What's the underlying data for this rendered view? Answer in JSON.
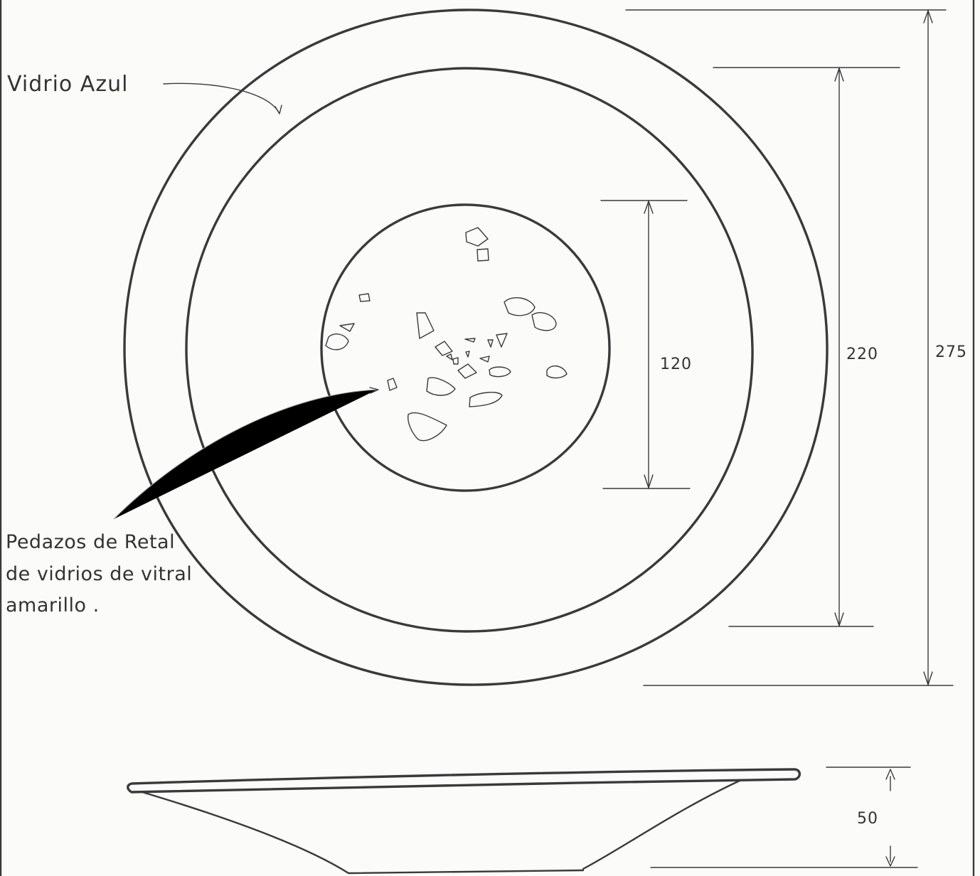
{
  "labels": {
    "blue_glass": "Vidrio Azul",
    "scrap_line1": "Pedazos de Retal",
    "scrap_line2": "de vidrios de vitral",
    "scrap_line3": "amarillo ."
  },
  "dimensions": {
    "inner_circle": "120",
    "middle_circle": "220",
    "outer_circle": "275",
    "height": "50"
  }
}
